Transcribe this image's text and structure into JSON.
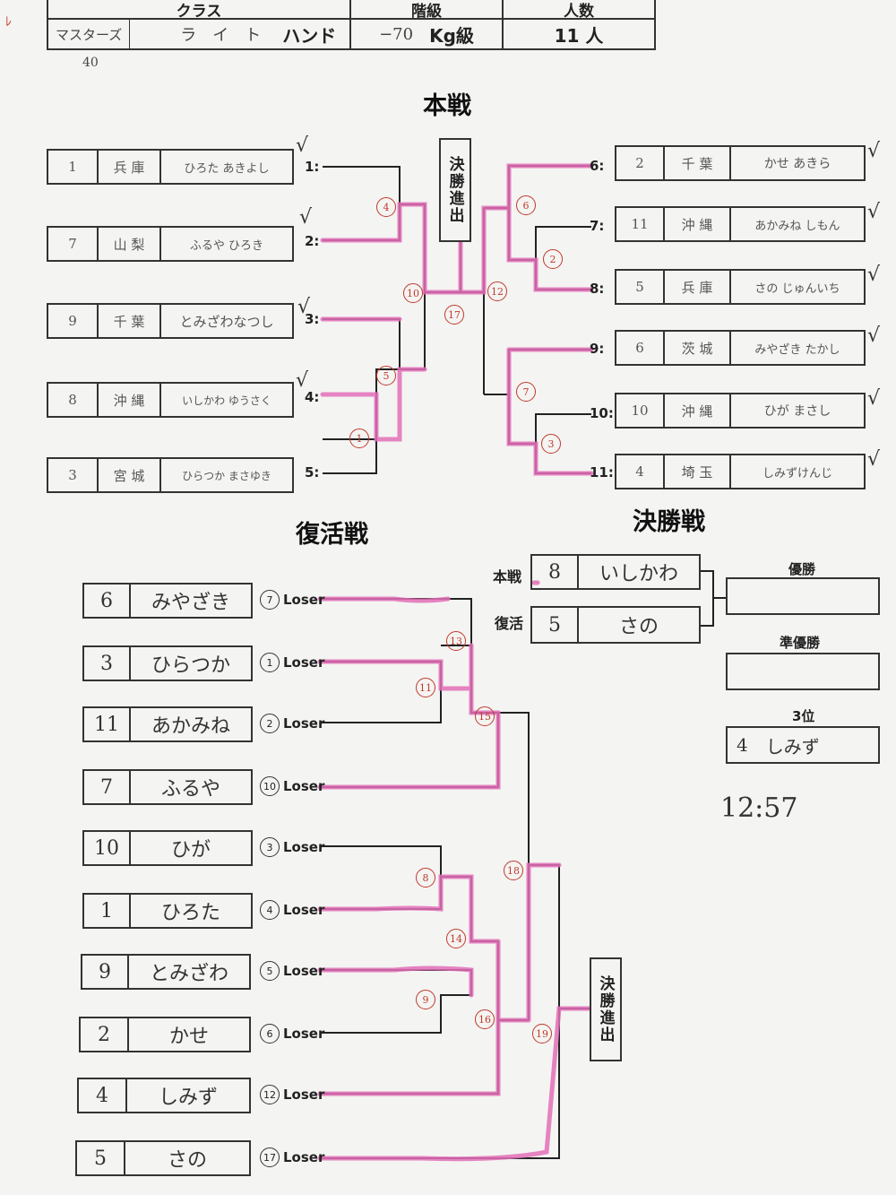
{
  "header": {
    "col_class": "クラス",
    "col_grade": "階級",
    "col_count": "人数",
    "class_value_1": "マスターズ",
    "class_value_2": "ライト",
    "class_value_3": "ハンド",
    "age_note": "40",
    "grade_prefix": "−70",
    "grade_unit": "Kg級",
    "count": "11 人",
    "corner_mark": "ﾚ"
  },
  "main": {
    "title": "本戦",
    "final_advance": "決勝進出",
    "left_entries": [
      {
        "slot": "1:",
        "no": "1",
        "pref": "兵 庫",
        "name": "ひろた あきよし"
      },
      {
        "slot": "2:",
        "no": "7",
        "pref": "山 梨",
        "name": "ふるや ひろき"
      },
      {
        "slot": "3:",
        "no": "9",
        "pref": "千 葉",
        "name": "とみざわなつし"
      },
      {
        "slot": "4:",
        "no": "8",
        "pref": "沖 縄",
        "name": "いしかわ ゆうさく"
      },
      {
        "slot": "5:",
        "no": "3",
        "pref": "宮 城",
        "name": "ひらつか まさゆき"
      }
    ],
    "right_entries": [
      {
        "slot": "6:",
        "no": "2",
        "pref": "千 葉",
        "name": "かせ あきら"
      },
      {
        "slot": "7:",
        "no": "11",
        "pref": "沖 縄",
        "name": "あかみね しもん"
      },
      {
        "slot": "8:",
        "no": "5",
        "pref": "兵 庫",
        "name": "さの じゅんいち"
      },
      {
        "slot": "9:",
        "no": "6",
        "pref": "茨 城",
        "name": "みやざき たかし"
      },
      {
        "slot": "10:",
        "no": "10",
        "pref": "沖 縄",
        "name": "ひが まさし"
      },
      {
        "slot": "11:",
        "no": "4",
        "pref": "埼 玉",
        "name": "しみずけんじ"
      }
    ],
    "match_numbers": [
      "4",
      "10",
      "5",
      "1",
      "17",
      "6",
      "2",
      "12",
      "7",
      "3"
    ]
  },
  "repechage": {
    "title": "復活戦",
    "entries": [
      {
        "no": "6",
        "name": "みやざき",
        "loser": "7"
      },
      {
        "no": "3",
        "name": "ひらつか",
        "loser": "1"
      },
      {
        "no": "11",
        "name": "あかみね",
        "loser": "2"
      },
      {
        "no": "7",
        "name": "ふるや",
        "loser": "10"
      },
      {
        "no": "10",
        "name": "ひが",
        "loser": "3"
      },
      {
        "no": "1",
        "name": "ひろた",
        "loser": "4"
      },
      {
        "no": "9",
        "name": "とみざわ",
        "loser": "5"
      },
      {
        "no": "2",
        "name": "かせ",
        "loser": "6"
      },
      {
        "no": "4",
        "name": "しみず",
        "loser": "12"
      },
      {
        "no": "5",
        "name": "さの",
        "loser": "17"
      }
    ],
    "loser_label": "Loser",
    "match_numbers": [
      "13",
      "11",
      "15",
      "8",
      "18",
      "14",
      "9",
      "16",
      "19"
    ],
    "final_advance": "決勝進出"
  },
  "final": {
    "title": "決勝戦",
    "main_label": "本戦",
    "main_no": "8",
    "main_name": "いしかわ",
    "rep_label": "復活",
    "rep_no": "5",
    "rep_name": "さの",
    "champion_label": "優勝",
    "runner_up_label": "準優勝",
    "third_label": "3位",
    "third_no": "4",
    "third_name": "しみず",
    "time_note": "12:57"
  },
  "colors": {
    "highlight": "#e36fb8",
    "ink": "#222222",
    "red_circle": "#c0392b"
  }
}
